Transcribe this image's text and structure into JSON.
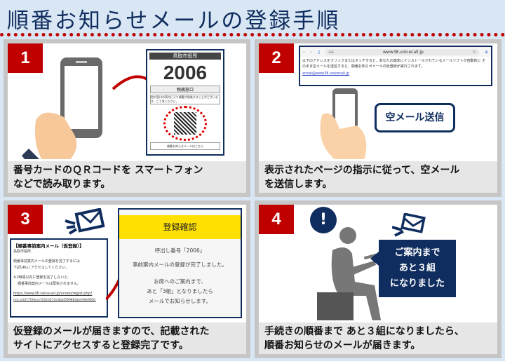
{
  "title": "順番お知らせメールの登録手順",
  "colors": {
    "accent_red": "#c00000",
    "navy": "#0f2d5e",
    "yellow": "#ffe000"
  },
  "steps": [
    {
      "number": "1",
      "caption_line1": "番号カードのＱＲコードを スマートフォン",
      "caption_line2": "などで読み取ります。",
      "card": {
        "header": "鳥取市役所",
        "number": "2006",
        "window": "税務窓口",
        "note": "他の窓口の案内により順番が前後することがございます。ご了承ください。",
        "footer": "順番お知らせメールはこちら"
      }
    },
    {
      "number": "2",
      "caption_line1": "表示されたページの指示に従って、空メール",
      "caption_line2": "を送信します。",
      "browser": {
        "font_size_label": "aA",
        "url": "www38.voicecall.jp",
        "text": "以下のアドレスをクリックまたはタッチすると、あなたの端末にインストールされているメールソフトが自動的に そのまま空メールを送信すると、順番お知らせメールの仮登録が実行されます。",
        "link": "annai@www38.voicecall.jp"
      },
      "bubble": "空メール送信"
    },
    {
      "number": "3",
      "caption_line1": "仮登録のメールが届きますので、記載された",
      "caption_line2": "サイトにアクセスすると登録完了です。",
      "mail": {
        "subject": "【順番事前案内メール（仮登録）】",
        "sender": "鳥取市役所",
        "body1": "順番事前案内メールの登録を完了するには",
        "body2": "下記URLにアクセスしてください。",
        "note1": "※1時間以内に登録を完了しないと、",
        "note2": "順番事前案内メールは配信されません。",
        "url1": "https://www38.voicecall.jp/vcneo/regist.php?",
        "url2": "rid=c6d775fdcecf542d572e3bbf59986dbef49e9601"
      },
      "confirm": {
        "header": "登録確認",
        "line1": "呼出し番号「2006」",
        "line2": "事前案内メールの登録が完了しました。",
        "line3": "お席へのご案内まで、",
        "line4": "あと「3組」となりましたら",
        "line5": "メールでお知らせします。"
      }
    },
    {
      "number": "4",
      "caption_line1": "手続きの順番まで あと３組になりましたら、",
      "caption_line2": "順番お知らせのメールが届きます。",
      "alert_mark": "!",
      "bubble_line1": "ご案内まで",
      "bubble_line2": "あと３組",
      "bubble_line3": "になりました"
    }
  ]
}
